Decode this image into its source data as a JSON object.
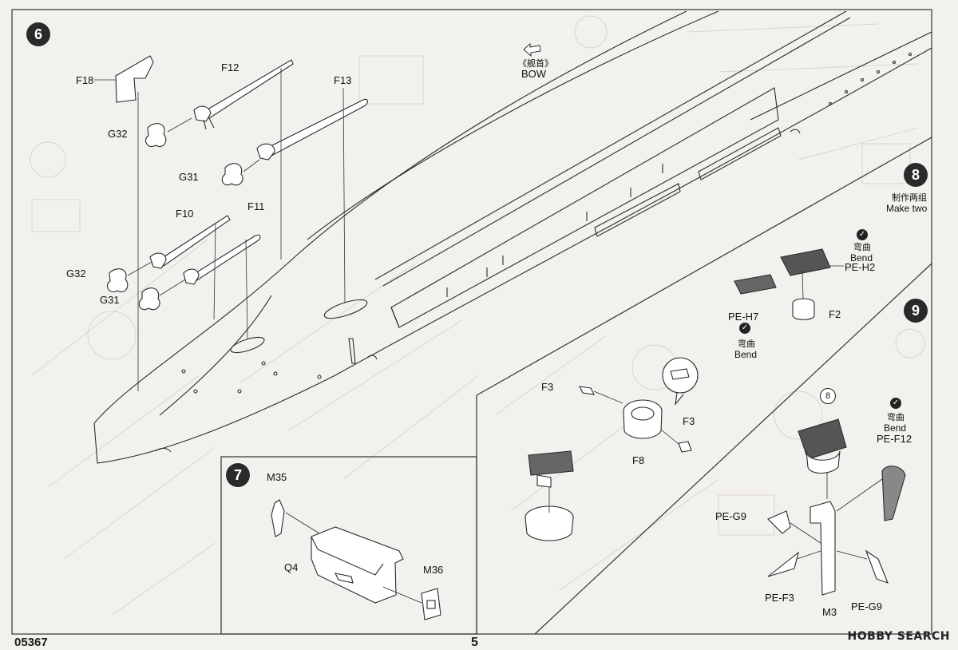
{
  "steps": {
    "six": "6",
    "seven": "7",
    "eight": "8",
    "nine": "9"
  },
  "step6": {
    "bow_cn": "《舰首》",
    "bow_en": "BOW",
    "parts": [
      "F18",
      "F12",
      "F13",
      "G32",
      "G31",
      "F10",
      "F11",
      "G32",
      "G31"
    ]
  },
  "step7": {
    "parts": [
      "M35",
      "Q4",
      "M36"
    ]
  },
  "step8": {
    "make_two_cn": "制作两组",
    "make_two_en": "Make two",
    "bend_cn": "弯曲",
    "bend_en": "Bend",
    "parts": [
      "PE-H2",
      "PE-H7",
      "F2"
    ]
  },
  "step9": {
    "ref_step": "8",
    "bend_cn": "弯曲",
    "bend_en": "Bend",
    "parts": [
      "F3",
      "F3",
      "F8",
      "PE-F12",
      "PE-G9",
      "PE-F3",
      "M3",
      "PE-G9"
    ]
  },
  "footer": {
    "code": "05367",
    "page": "5",
    "watermark": "HOBBY SEARCH"
  }
}
